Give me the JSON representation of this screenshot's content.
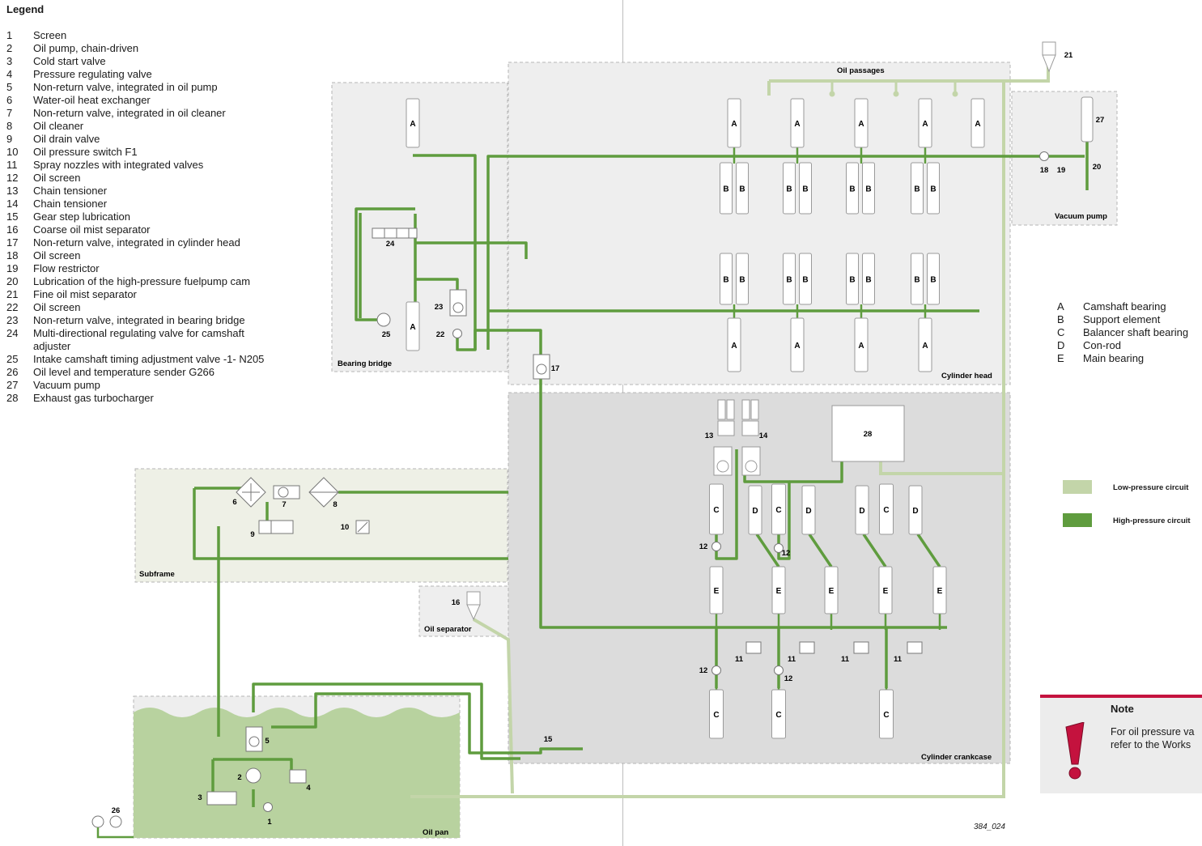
{
  "legend": {
    "title": "Legend",
    "items": [
      {
        "num": "1",
        "text": "Screen"
      },
      {
        "num": "2",
        "text": "Oil pump, chain-driven"
      },
      {
        "num": "3",
        "text": "Cold start valve"
      },
      {
        "num": "4",
        "text": "Pressure regulating valve"
      },
      {
        "num": "5",
        "text": "Non-return valve, integrated in oil pump"
      },
      {
        "num": "6",
        "text": "Water-oil heat exchanger"
      },
      {
        "num": "7",
        "text": "Non-return valve, integrated in oil cleaner"
      },
      {
        "num": "8",
        "text": "Oil cleaner"
      },
      {
        "num": "9",
        "text": "Oil drain valve"
      },
      {
        "num": "10",
        "text": "Oil pressure switch F1"
      },
      {
        "num": "11",
        "text": "Spray nozzles with integrated valves"
      },
      {
        "num": "12",
        "text": "Oil screen"
      },
      {
        "num": "13",
        "text": "Chain tensioner"
      },
      {
        "num": "14",
        "text": "Chain tensioner"
      },
      {
        "num": "15",
        "text": "Gear step lubrication"
      },
      {
        "num": "16",
        "text": "Coarse oil mist separator"
      },
      {
        "num": "17",
        "text": "Non-return valve, integrated in cylinder head"
      },
      {
        "num": "18",
        "text": "Oil screen"
      },
      {
        "num": "19",
        "text": "Flow restrictor"
      },
      {
        "num": "20",
        "text": "Lubrication of the high-pressure fuelpump cam"
      },
      {
        "num": "21",
        "text": "Fine oil mist separator"
      },
      {
        "num": "22",
        "text": "Oil screen"
      },
      {
        "num": "23",
        "text": "Non-return valve, integrated in bearing bridge"
      },
      {
        "num": "24",
        "text": "Multi-directional regulating valve for camshaft adjuster"
      },
      {
        "num": "25",
        "text": "Intake camshaft timing adjustment valve -1- N205"
      },
      {
        "num": "26",
        "text": "Oil level and temperature sender G266"
      },
      {
        "num": "27",
        "text": "Vacuum pump"
      },
      {
        "num": "28",
        "text": "Exhaust gas turbocharger"
      }
    ]
  },
  "letters": [
    {
      "k": "A",
      "text": "Camshaft bearing"
    },
    {
      "k": "B",
      "text": "Support element"
    },
    {
      "k": "C",
      "text": "Balancer shaft bearing"
    },
    {
      "k": "D",
      "text": "Con-rod"
    },
    {
      "k": "E",
      "text": "Main bearing"
    }
  ],
  "circuits": {
    "low": {
      "label": "Low-pressure circuit",
      "color": "#c3d5a9"
    },
    "high": {
      "label": "High-pressure circuit",
      "color": "#5f9c3e"
    }
  },
  "regions": {
    "bearing_bridge": "Bearing bridge",
    "cylinder_head": "Cylinder head",
    "oil_passages": "Oil passages",
    "vacuum_pump": "Vacuum pump",
    "subframe": "Subframe",
    "oil_separator": "Oil separator",
    "cylinder_crankcase": "Cylinder crankcase",
    "oil_pan": "Oil pan"
  },
  "note": {
    "title": "Note",
    "text_line1": "For oil pressure va",
    "text_line2": "refer to the Works"
  },
  "figure_ref": "384_024",
  "colors": {
    "accent": "#c4123e",
    "region_light": "#eeeeee",
    "region_dark": "#dcdcdc",
    "subframe": "#eef0e6",
    "oil": "#b8d29f"
  }
}
